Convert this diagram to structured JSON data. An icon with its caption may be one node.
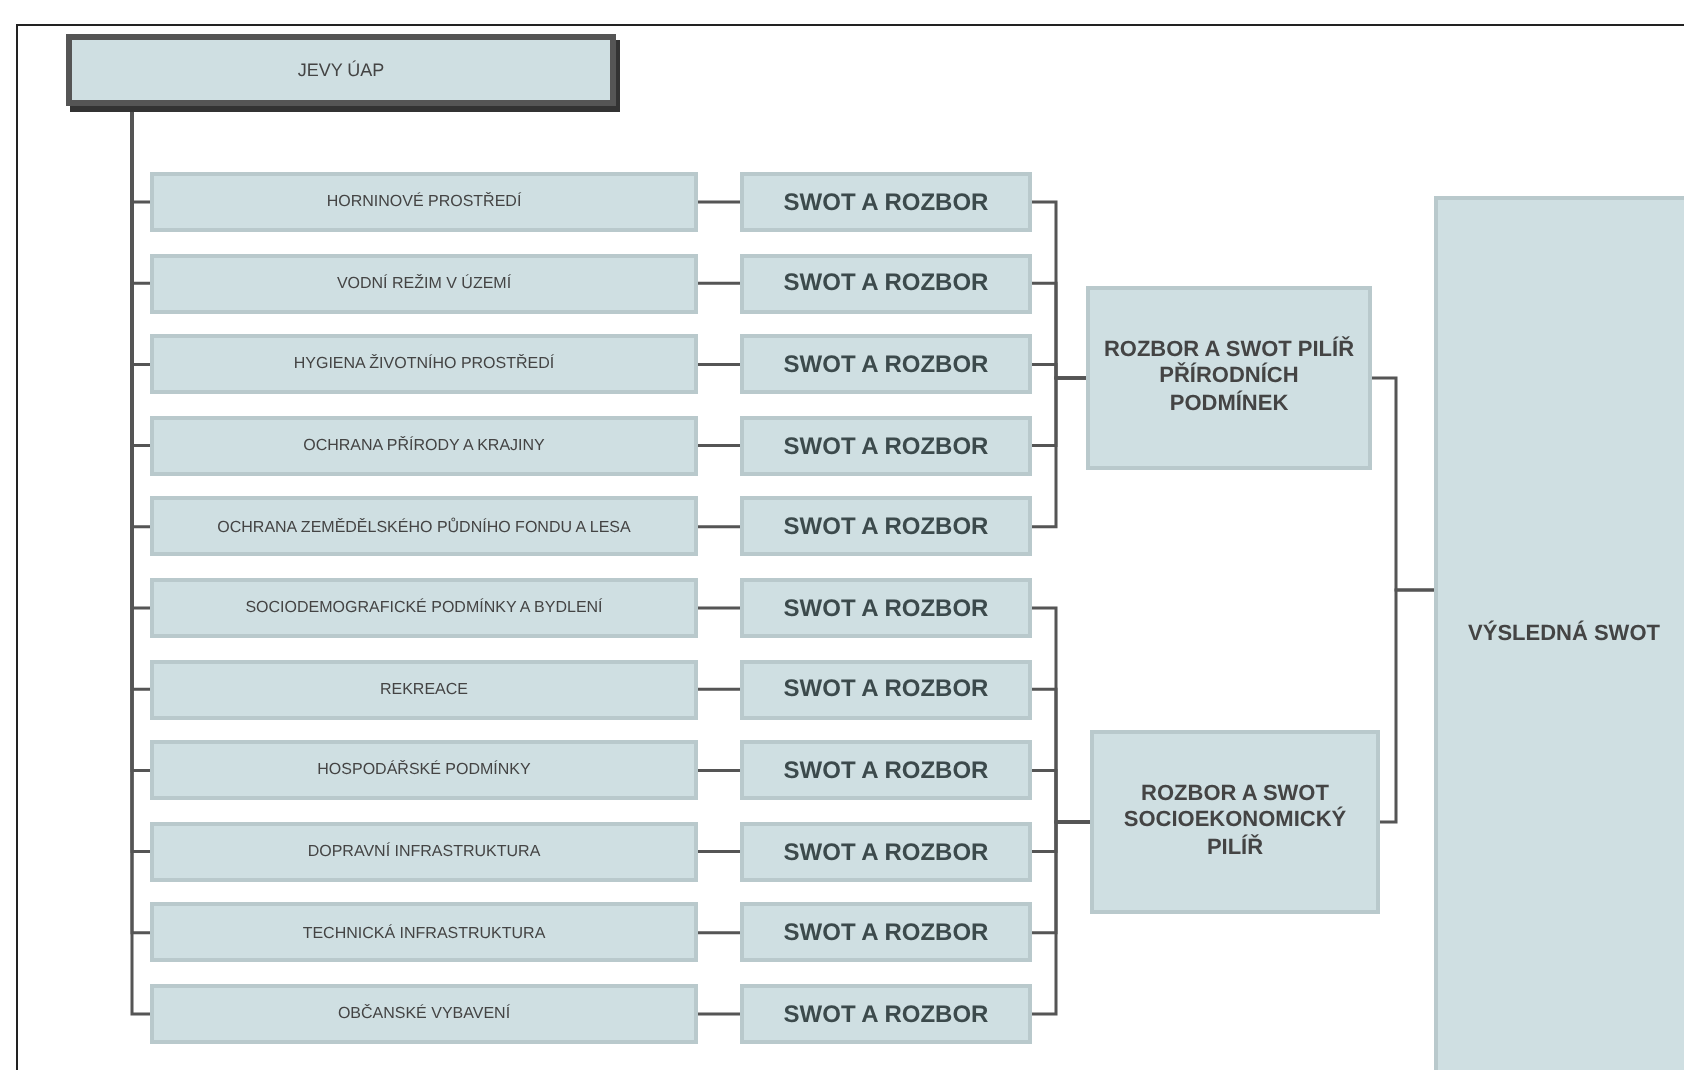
{
  "diagram": {
    "nodes": [
      {
        "text": [
          "JEVY ÚAP"
        ]
      },
      {
        "text": [
          "HORNINOVÉ PROSTŘEDÍ"
        ]
      },
      {
        "text": [
          "VODNÍ REŽIM V ÚZEMÍ"
        ]
      },
      {
        "text": [
          "HYGIENA ŽIVOTNÍHO PROSTŘEDÍ"
        ]
      },
      {
        "text": [
          "OCHRANA PŘÍRODY A KRAJINY"
        ]
      },
      {
        "text": [
          "OCHRANA ZEMĚDĚLSKÉHO PŮDNÍHO FONDU A LESA"
        ]
      },
      {
        "text": [
          "SOCIODEMOGRAFICKÉ PODMÍNKY A BYDLENÍ"
        ]
      },
      {
        "text": [
          "REKREACE"
        ]
      },
      {
        "text": [
          "HOSPODÁŘSKÉ PODMÍNKY"
        ]
      },
      {
        "text": [
          "DOPRAVNÍ INFRASTRUKTURA"
        ]
      },
      {
        "text": [
          "TECHNICKÁ INFRASTRUKTURA"
        ]
      },
      {
        "text": [
          "OBČANSKÉ VYBAVENÍ"
        ]
      },
      {
        "text": [
          "SWOT A ROZBOR"
        ]
      },
      {
        "text": [
          "SWOT A ROZBOR"
        ]
      },
      {
        "text": [
          "SWOT A ROZBOR"
        ]
      },
      {
        "text": [
          "SWOT A ROZBOR"
        ]
      },
      {
        "text": [
          "SWOT A ROZBOR"
        ]
      },
      {
        "text": [
          "SWOT A ROZBOR"
        ]
      },
      {
        "text": [
          "SWOT A ROZBOR"
        ]
      },
      {
        "text": [
          "SWOT A ROZBOR"
        ]
      },
      {
        "text": [
          "SWOT A ROZBOR"
        ]
      },
      {
        "text": [
          "SWOT A ROZBOR"
        ]
      },
      {
        "text": [
          "SWOT A ROZBOR"
        ]
      },
      {
        "text": [
          "ROZBOR A SWOT PILÍŘ PŘÍRODNÍCH PODMÍNEK"
        ]
      },
      {
        "text": [
          "ROZBOR A SWOT SOCIOEKONOMICKÝ PILÍŘ"
        ]
      },
      {
        "text": [
          "VÝSLEDNÁ SWOT"
        ]
      }
    ],
    "edges": [
      {
        "from": 0,
        "to": 1,
        "arrow": "none"
      },
      {
        "from": 0,
        "to": 2,
        "arrow": "none"
      },
      {
        "from": 0,
        "to": 3,
        "arrow": "none"
      },
      {
        "from": 0,
        "to": 4,
        "arrow": "none"
      },
      {
        "from": 0,
        "to": 5,
        "arrow": "none"
      },
      {
        "from": 0,
        "to": 6,
        "arrow": "none"
      },
      {
        "from": 0,
        "to": 7,
        "arrow": "none"
      },
      {
        "from": 0,
        "to": 8,
        "arrow": "none"
      },
      {
        "from": 0,
        "to": 9,
        "arrow": "none"
      },
      {
        "from": 0,
        "to": 10,
        "arrow": "none"
      },
      {
        "from": 0,
        "to": 11,
        "arrow": "none"
      },
      {
        "from": 1,
        "to": 12,
        "arrow": "none"
      },
      {
        "from": 2,
        "to": 13,
        "arrow": "none"
      },
      {
        "from": 3,
        "to": 14,
        "arrow": "none"
      },
      {
        "from": 4,
        "to": 15,
        "arrow": "none"
      },
      {
        "from": 5,
        "to": 16,
        "arrow": "none"
      },
      {
        "from": 6,
        "to": 17,
        "arrow": "none"
      },
      {
        "from": 7,
        "to": 18,
        "arrow": "none"
      },
      {
        "from": 8,
        "to": 19,
        "arrow": "none"
      },
      {
        "from": 9,
        "to": 20,
        "arrow": "none"
      },
      {
        "from": 10,
        "to": 21,
        "arrow": "none"
      },
      {
        "from": 11,
        "to": 22,
        "arrow": "none"
      },
      {
        "from": 12,
        "to": 23,
        "arrow": "none"
      },
      {
        "from": 13,
        "to": 23,
        "arrow": "none"
      },
      {
        "from": 14,
        "to": 23,
        "arrow": "none"
      },
      {
        "from": 15,
        "to": 23,
        "arrow": "none"
      },
      {
        "from": 16,
        "to": 23,
        "arrow": "none"
      },
      {
        "from": 17,
        "to": 24,
        "arrow": "none"
      },
      {
        "from": 18,
        "to": 24,
        "arrow": "none"
      },
      {
        "from": 19,
        "to": 24,
        "arrow": "none"
      },
      {
        "from": 20,
        "to": 24,
        "arrow": "none"
      },
      {
        "from": 21,
        "to": 24,
        "arrow": "none"
      },
      {
        "from": 22,
        "to": 24,
        "arrow": "none"
      },
      {
        "from": 23,
        "to": 25,
        "arrow": "none"
      },
      {
        "from": 24,
        "to": 25,
        "arrow": "none"
      }
    ]
  }
}
